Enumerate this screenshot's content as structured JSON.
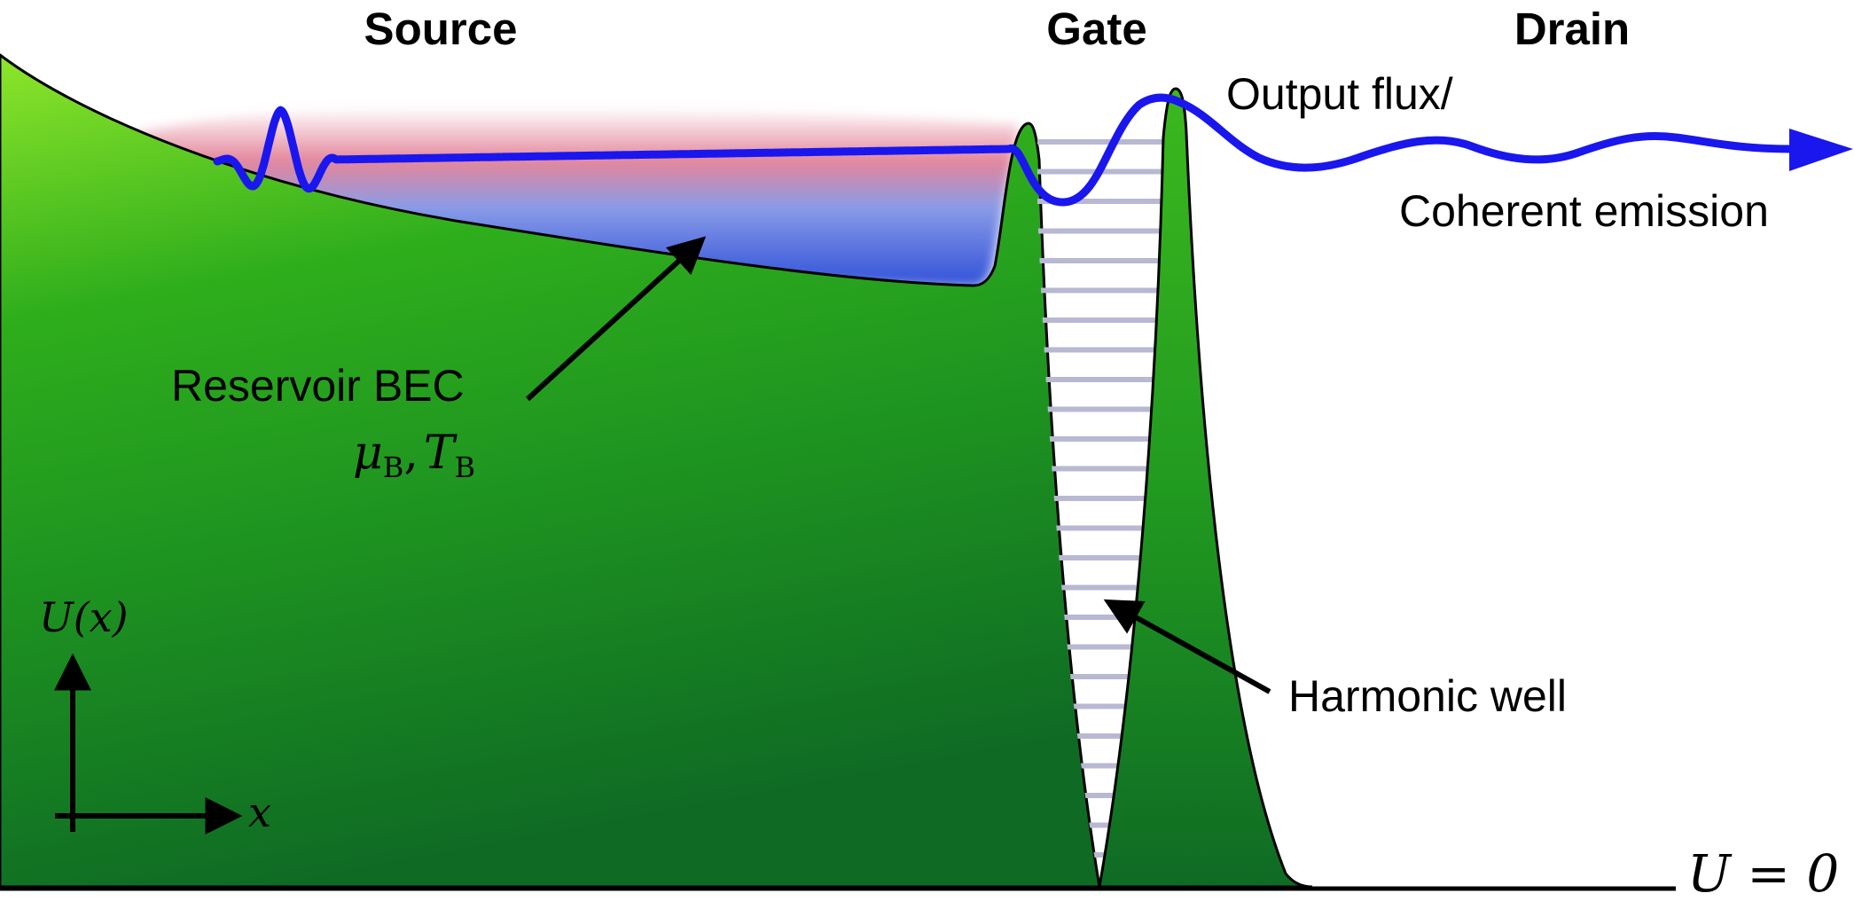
{
  "regions": {
    "source": "Source",
    "gate": "Gate",
    "drain": "Drain"
  },
  "labels": {
    "output_line1": "Output flux/",
    "output_line2": "Coherent emission",
    "reservoir": "Reservoir BEC",
    "reservoir_params": {
      "mu": "μ",
      "mu_sub": "B",
      "sep": ",",
      "T": "T",
      "T_sub": "B"
    },
    "harmonic_well": "Harmonic well",
    "potential_axis": "U(x)",
    "position_axis": "x",
    "zero_level": "U = 0"
  },
  "colors": {
    "green_light": "#8ee62a",
    "green_mid": "#2aa81c",
    "green_dark": "#0f6b24",
    "condensate_blue": "#3355e0",
    "condensate_pink": "#e07890",
    "wave_blue": "#1a16ee",
    "well_levels": "#b8b8d2",
    "outline": "#000000"
  }
}
